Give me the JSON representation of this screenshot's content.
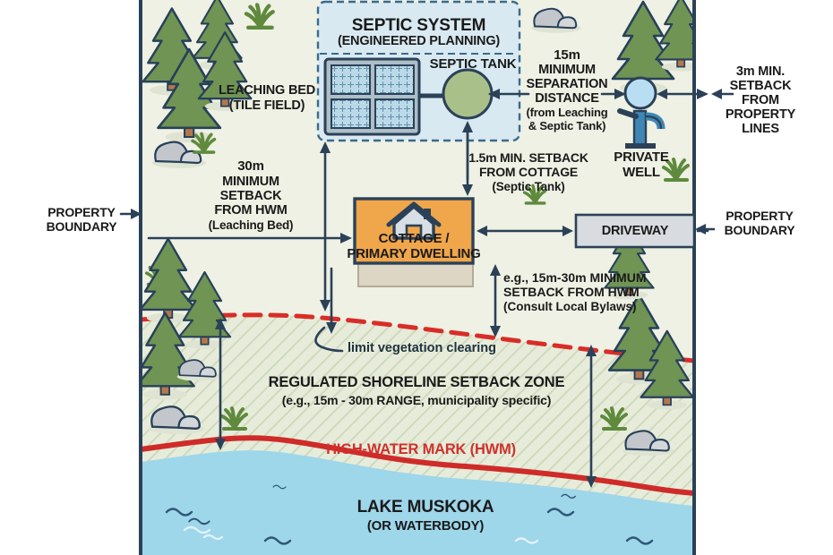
{
  "diagram": {
    "title_hidden": "Shoreline setback and septic system site plan",
    "colors": {
      "upland": "#eef1e3",
      "water": "#9ed6ea",
      "shallow_water": "#cfe9f3",
      "hwm_red": "#cf2b28",
      "cottage_orange": "#f0a64a",
      "driveway_grey": "#d8dbe0",
      "septic_box": "#d9e9f2",
      "tank_green": "#a9c08a",
      "boundary_navy": "#2b4158",
      "text_dark": "#1a1a1a",
      "tree_green": "#6f9453",
      "tree_dark": "#4d7340"
    },
    "labels": {
      "septic_system_title": "SEPTIC SYSTEM",
      "septic_system_sub": "(ENGINEERED PLANNING)",
      "septic_tank": "SEPTIC TANK",
      "leaching_bed_l1": "LEACHING BED",
      "leaching_bed_l2": "(TILE FIELD)",
      "sep15_l1": "15m",
      "sep15_l2": "MINIMUM",
      "sep15_l3": "SEPARATION",
      "sep15_l4": "DISTANCE",
      "sep15_l5": "(from Leaching",
      "sep15_l6": "& Septic Tank)",
      "prop3m_l1": "3m MIN.",
      "prop3m_l2": "SETBACK",
      "prop3m_l3": "FROM",
      "prop3m_l4": "PROPERTY",
      "prop3m_l5": "LINES",
      "private_well_l1": "PRIVATE",
      "private_well_l2": "WELL",
      "hwm30_l1": "30m",
      "hwm30_l2": "MINIMUM",
      "hwm30_l3": "SETBACK",
      "hwm30_l4": "FROM HWM",
      "hwm30_l5": "(Leaching Bed)",
      "cottage_setback_l1": "1.5m MIN. SETBACK",
      "cottage_setback_l2": "FROM COTTAGE",
      "cottage_setback_l3": "(Septic Tank)",
      "cottage_l1": "COTTAGE /",
      "cottage_l2": "PRIMARY DWELLING",
      "driveway": "DRIVEWAY",
      "prop_boundary_left_l1": "PROPERTY",
      "prop_boundary_left_l2": "BOUNDARY",
      "prop_boundary_right_l1": "PROPERTY",
      "prop_boundary_right_l2": "BOUNDARY",
      "hwm_range_l1_a": "e.g., 15m-30m ",
      "hwm_range_l1_b": "MINIMUM",
      "hwm_range_l2": "SETBACK FROM HWM",
      "hwm_range_l3": "(Consult Local Bylaws)",
      "limit_vegetation": "limit vegetation clearing",
      "zone_title": "REGULATED SHORELINE SETBACK ZONE",
      "zone_sub": "(e.g., 15m - 30m RANGE, municipality specific)",
      "hwm_line_label": "HIGH-WATER MARK (HWM)",
      "lake_l1": "LAKE MUSKOKA",
      "lake_l2": "(OR WATERBODY)"
    },
    "measurements": [
      {
        "name": "separation-distance",
        "value": "15m",
        "desc": "MINIMUM SEPARATION DISTANCE (from Leaching & Septic Tank)"
      },
      {
        "name": "property-line-setback",
        "value": "3m",
        "desc": "MIN. SETBACK FROM PROPERTY LINES"
      },
      {
        "name": "leaching-bed-hwm-setback",
        "value": "30m",
        "desc": "MINIMUM SETBACK FROM HWM (Leaching Bed)"
      },
      {
        "name": "septic-tank-cottage-setback",
        "value": "1.5m",
        "desc": "MIN. SETBACK FROM COTTAGE (Septic Tank)"
      },
      {
        "name": "shoreline-setback-zone",
        "value": "15m - 30m",
        "desc": "MINIMUM SETBACK FROM HWM (Consult Local Bylaws)"
      }
    ]
  }
}
